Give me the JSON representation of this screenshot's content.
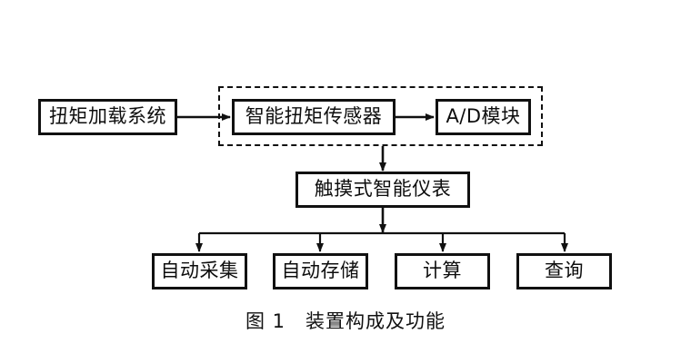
{
  "figure": {
    "caption": "图 1　装置构成及功能",
    "background_color": "#ffffff",
    "stroke_color": "#111111"
  },
  "nodes": {
    "torque_loading_system": {
      "label": "扭矩加载系统"
    },
    "smart_torque_sensor": {
      "label": "智能扭矩传感器"
    },
    "ad_module": {
      "label": "A/D模块"
    },
    "touch_smart_instrument": {
      "label": "触摸式智能仪表"
    },
    "auto_collect": {
      "label": "自动采集"
    },
    "auto_storage": {
      "label": "自动存储"
    },
    "calculate": {
      "label": "计算"
    },
    "query": {
      "label": "查询"
    }
  }
}
